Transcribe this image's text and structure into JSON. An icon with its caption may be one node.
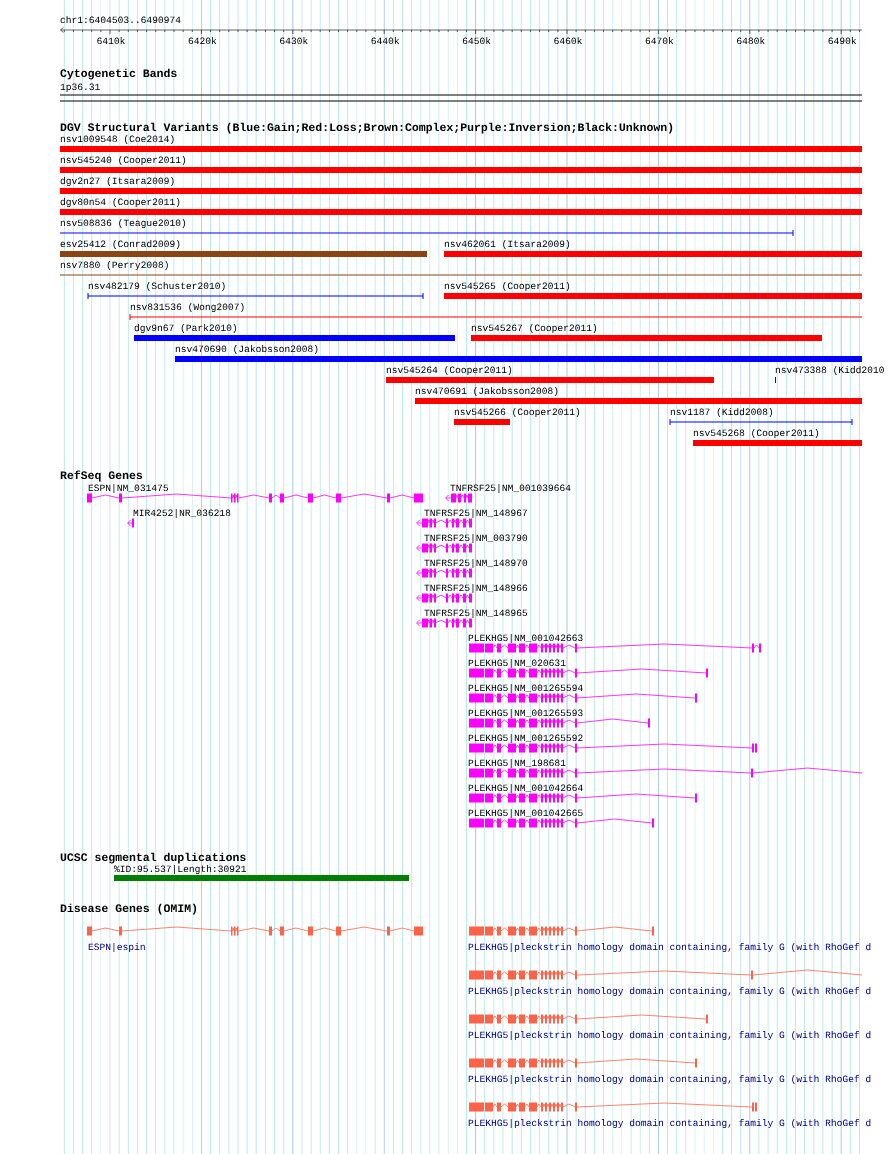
{
  "diagram": {
    "nodes": [
      {
        "text": [
          "1p36.31"
        ]
      },
      {
        "text": [
          "nsv1009548 (Coe2014)"
        ]
      },
      {
        "text": [
          "nsv545240 (Cooper2011)"
        ]
      },
      {
        "text": [
          "dgv2n27 (Itsara2009)"
        ]
      },
      {
        "text": [
          "dgv80n54 (Cooper2011)"
        ]
      },
      {
        "text": [
          "nsv508836 (Teague2010)"
        ]
      },
      {
        "text": [
          "esv25412 (Conrad2009)"
        ]
      },
      {
        "text": [
          "nsv462061 (Itsara2009)"
        ]
      },
      {
        "text": [
          "nsv7880 (Perry2008)"
        ]
      },
      {
        "text": [
          "nsv482179 (Schuster2010)"
        ]
      },
      {
        "text": [
          "nsv545265 (Cooper2011)"
        ]
      },
      {
        "text": [
          "nsv831536 (Wong2007)"
        ]
      },
      {
        "text": [
          "dgv9n67 (Park2010)"
        ]
      },
      {
        "text": [
          "nsv545267 (Cooper2011)"
        ]
      },
      {
        "text": [
          "nsv470690 (Jakobsson2008)"
        ]
      },
      {
        "text": [
          "nsv545264 (Cooper2011)"
        ]
      },
      {
        "text": [
          "nsv473388 (Kidd2010"
        ]
      },
      {
        "text": [
          "nsv470691 (Jakobsson2008)"
        ]
      },
      {
        "text": [
          "nsv545266 (Cooper2011)"
        ]
      },
      {
        "text": [
          "nsv1187 (Kidd2008)"
        ]
      },
      {
        "text": [
          "nsv545268 (Cooper2011)"
        ]
      },
      {
        "text": [
          "ESPN|NM_031475"
        ]
      },
      {
        "text": [
          "TNFRSF25|NM_001039664"
        ]
      },
      {
        "text": [
          "MIR4252|NR_036218"
        ]
      },
      {
        "text": [
          "TNFRSF25|NM_148967"
        ]
      },
      {
        "text": [
          "TNFRSF25|NM_003790"
        ]
      },
      {
        "text": [
          "TNFRSF25|NM_148970"
        ]
      },
      {
        "text": [
          "TNFRSF25|NM_148966"
        ]
      },
      {
        "text": [
          "TNFRSF25|NM_148965"
        ]
      },
      {
        "text": [
          "PLEKHG5|NM_001042663"
        ]
      },
      {
        "text": [
          "PLEKHG5|NM_020631"
        ]
      },
      {
        "text": [
          "PLEKHG5|NM_001265594"
        ]
      },
      {
        "text": [
          "PLEKHG5|NM_001265593"
        ]
      },
      {
        "text": [
          "PLEKHG5|NM_001265592"
        ]
      },
      {
        "text": [
          "PLEKHG5|NM_198681"
        ]
      },
      {
        "text": [
          "PLEKHG5|NM_001042664"
        ]
      },
      {
        "text": [
          "PLEKHG5|NM_001042665"
        ]
      },
      {
        "text": [
          "%ID:95.537|Length:30921"
        ]
      },
      {
        "text": [
          "ESPN|espin"
        ]
      },
      {
        "text": [
          "PLEKHG5|pleckstrin homology domain containing, family G (with RhoGef d"
        ]
      },
      {
        "text": [
          "PLEKHG5|pleckstrin homology domain containing, family G (with RhoGef d"
        ]
      },
      {
        "text": [
          "PLEKHG5|pleckstrin homology domain containing, family G (with RhoGef d"
        ]
      },
      {
        "text": [
          "PLEKHG5|pleckstrin homology domain containing, family G (with RhoGef d"
        ]
      },
      {
        "text": [
          "PLEKHG5|pleckstrin homology domain containing, family G (with RhoGef d"
        ]
      }
    ],
    "labels": [
      "chr1:6404503..6490974",
      "6410k",
      "6420k",
      "6430k",
      "6440k",
      "6450k",
      "6460k",
      "6470k",
      "6480k",
      "6490k",
      "Cytogenetic Bands",
      "DGV Structural Variants (Blue:Gain;Red:Loss;Brown:Complex;Purple:Inversion;Black:Unknown)",
      "RefSeq Genes",
      "UCSC segmental duplications",
      "Disease Genes (OMIM)"
    ]
  }
}
